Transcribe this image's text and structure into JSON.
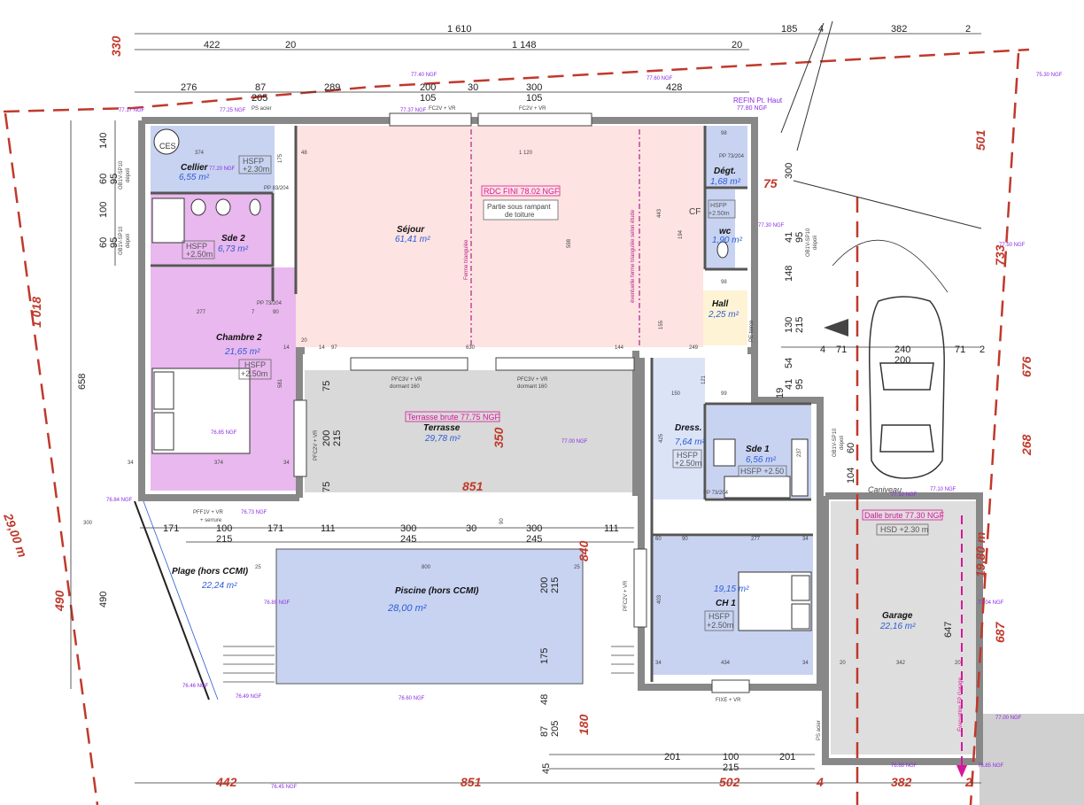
{
  "top_dims": {
    "row1": [
      "1 610",
      "185",
      "4",
      "382",
      "2"
    ],
    "row2": [
      "422",
      "20",
      "1 148",
      "20"
    ],
    "row3": [
      "276",
      "87",
      "205",
      "289",
      "200",
      "105",
      "30",
      "300",
      "105",
      "428"
    ],
    "left_red": "330"
  },
  "left_dims": {
    "red_1018": "1 018",
    "red_490": "490",
    "red_2900": "29,00 m",
    "v658": "658",
    "v490": "490",
    "v140": "140",
    "v60a": "60",
    "v95a": "95",
    "v100": "100",
    "v60b": "60",
    "v95b": "95"
  },
  "right_dims": {
    "red_501": "501",
    "red_733": "733",
    "red_676": "676",
    "red_268": "268",
    "red_687": "687",
    "red_1980": "19,80 m",
    "v300": "300",
    "v75": "75",
    "v148": "148",
    "v130": "130",
    "v215": "215",
    "v41a": "41",
    "v95": "95",
    "v54": "54",
    "v41b": "41",
    "v19": "19",
    "v95b": "95",
    "v60": "60",
    "v104": "104",
    "v4": "4",
    "v71a": "71",
    "v240": "240",
    "v200": "200",
    "v71b": "71",
    "v2": "2",
    "v647": "647"
  },
  "bottom_dims": {
    "row_a": [
      "171",
      "100",
      "215",
      "171",
      "111",
      "300",
      "30",
      "300",
      "111"
    ],
    "row_b": [
      "245",
      "90",
      "245"
    ],
    "row_c": [
      "201",
      "100",
      "215",
      "201"
    ],
    "red": [
      "442",
      "851",
      "502",
      "4",
      "382",
      "2"
    ],
    "v45": "45",
    "v205": "205",
    "v87": "87",
    "v48": "48",
    "red_180": "180",
    "red_840": "840"
  },
  "interior_dims": {
    "d374a": "374",
    "d1120": "1 120",
    "d175": "175",
    "d48": "48",
    "d443": "443",
    "d598": "598",
    "d277a": "277",
    "d7a": "7",
    "d90a": "90",
    "d630": "630",
    "d144": "144",
    "d249": "249",
    "d14a": "14",
    "d14b": "14",
    "d20": "20",
    "d97": "97",
    "d581": "581",
    "d374b": "374",
    "d34a": "34",
    "d34b": "34",
    "d75a": "75",
    "d200": "200",
    "d215": "215",
    "d75b": "75",
    "d851": "851",
    "d350": "350",
    "d155": "155",
    "d194": "194",
    "d98a": "98",
    "d98b": "98",
    "d121": "121",
    "d99": "99",
    "d425": "425",
    "d150": "150",
    "d237": "237",
    "d60": "60",
    "d90b": "90",
    "d277b": "277",
    "d34c": "34",
    "d403": "403",
    "d434": "434",
    "d34d": "34",
    "d34e": "34",
    "d342": "342",
    "d20b": "20",
    "d20c": "20",
    "d800": "800",
    "d25a": "25",
    "d25b": "25",
    "d200b": "200",
    "d215b": "215",
    "d175b": "175",
    "d300": "300"
  },
  "rooms": {
    "cellier": {
      "name": "Cellier",
      "area": "6,55 m²"
    },
    "sde2": {
      "name": "Sde 2",
      "area": "6,73 m²"
    },
    "chambre2": {
      "name": "Chambre 2",
      "area": "21,65 m²"
    },
    "sejour": {
      "name": "Séjour",
      "area": "61,41 m²"
    },
    "degt": {
      "name": "Dégt.",
      "area": "1,68 m²"
    },
    "wc": {
      "name": "wc",
      "area": "1,90 m²"
    },
    "hall": {
      "name": "Hall",
      "area": "2,25 m²"
    },
    "terrasse": {
      "name": "Terrasse",
      "area": "29,78 m²"
    },
    "dress": {
      "name": "Dress.",
      "area": "7,64 m²"
    },
    "sde1": {
      "name": "Sde 1",
      "area": "6,56 m²"
    },
    "ch1": {
      "name": "CH 1",
      "area": "19,15 m²"
    },
    "plage": {
      "name": "Plage (hors CCMI)",
      "area": "22,24 m²"
    },
    "piscine": {
      "name": "Piscine (hors CCMI)",
      "area": "28,00 m²"
    },
    "garage": {
      "name": "Garage",
      "area": "22,16 m²"
    }
  },
  "hsfp": {
    "cellier_a": "HSFP",
    "cellier_b": "+2.30m",
    "sde2_a": "HSFP",
    "sde2_b": "+2.50m",
    "ch2_a": "HSFP",
    "ch2_b": "+2.50m",
    "wc_a": "HSFP",
    "wc_b": "+2.50m",
    "dress_a": "HSFP",
    "dress_b": "+2.50m",
    "sde1": "HSFP +2.50",
    "ch1_a": "HSFP",
    "ch1_b": "+2.50m",
    "garage": "HSD +2.30 m"
  },
  "labels": {
    "ces": "CES",
    "rdc_fini": "RDC FINI 78.02 NGF",
    "rampant_a": "Partie sous rampant",
    "rampant_b": "de toiture",
    "terrasse_brute": "Terrasse brute 77.75 NGF",
    "dalle_brute": "Dalle brute 77.30 NGF",
    "caniveau": "Caniveau",
    "ferme": "Ferme triangulée",
    "ferme_deport": "éventuelle ferme triangulée selon étude",
    "ps_acier_top": "PS acier",
    "ps_acier_bot": "PS acier",
    "refin": "REFIN Pt. Haut",
    "refin_ngf": "77.80 NGF",
    "fc2v_a": "FC2V + VR",
    "fc2v_b": "FC2V + VR",
    "pfc3v_a": "PFC3V + VR",
    "pfc3v_a2": "dormant 160",
    "pfc3v_b": "PFC3V + VR",
    "pfc3v_b2": "dormant 160",
    "pfc2v_ch2": "PFC2V + VR",
    "pfc2v_plage": "PFC2V + VR",
    "pff1v": "PFF1V + VR",
    "serrure": "+ serrure",
    "fixe_vr": "FIXE + VR",
    "pe_tierce": "PE tierce",
    "pp_a": "PP 83/204",
    "pp_b": "PP 73/204",
    "pp_c": "PP 73/204",
    "pp_d": "PP 73/204",
    "ob_a": "OB1V-SP10",
    "ob_a2": "dépoli",
    "ob_b": "OB1V-SP10",
    "ob_b2": "dépoli",
    "ob_c": "OB1V-SP10",
    "ob_c2": "dépoli",
    "ob_d": "OB1V-SP10",
    "ob_d2": "dépoli",
    "cf": "CF",
    "evac": "Évacuation EP Garage"
  },
  "ngf": {
    "n7717": "77.17 NGF",
    "n7725": "77.25 NGF",
    "n7737": "77.37 NGF",
    "n7740": "77.40 NGF",
    "n7760": "77.60 NGF",
    "n7730": "77.30 NGF",
    "n7750": "77.50 NGF",
    "n7730r": "75.30 NGF",
    "n7720": "77.20 NGF",
    "n7685": "76.85 NGF",
    "n7700": "77.00 NGF",
    "n7710a": "77.10 NGF",
    "n7710b": "77.10 NGF",
    "n7704": "77.04 NGF",
    "n7700b": "77.00 NGF",
    "n7684": "76.84 NGF",
    "n7673": "76.73 NGF",
    "n7680a": "76.80 NGF",
    "n7660": "76.60 NGF",
    "n7646": "76.46 NGF",
    "n7649": "76.49 NGF",
    "n7645": "76.45 NGF",
    "n7688": "76.88 NGF",
    "n7685b": "76.85 NGF"
  },
  "colors": {
    "cellier": "#c8d3f2",
    "sde2": "#e9b8ee",
    "chambre2": "#e9b8ee",
    "sejour": "#fde3e1",
    "dress": "#dbe3f7",
    "sde1": "#c8d3f2",
    "ch1": "#c8d3f2",
    "terrasse": "#d9d9d9",
    "piscine": "#c8d3f2",
    "garage": "#dedede",
    "hall": "#fff3d6",
    "wall": "#888888",
    "red_dim": "#c0392b"
  }
}
